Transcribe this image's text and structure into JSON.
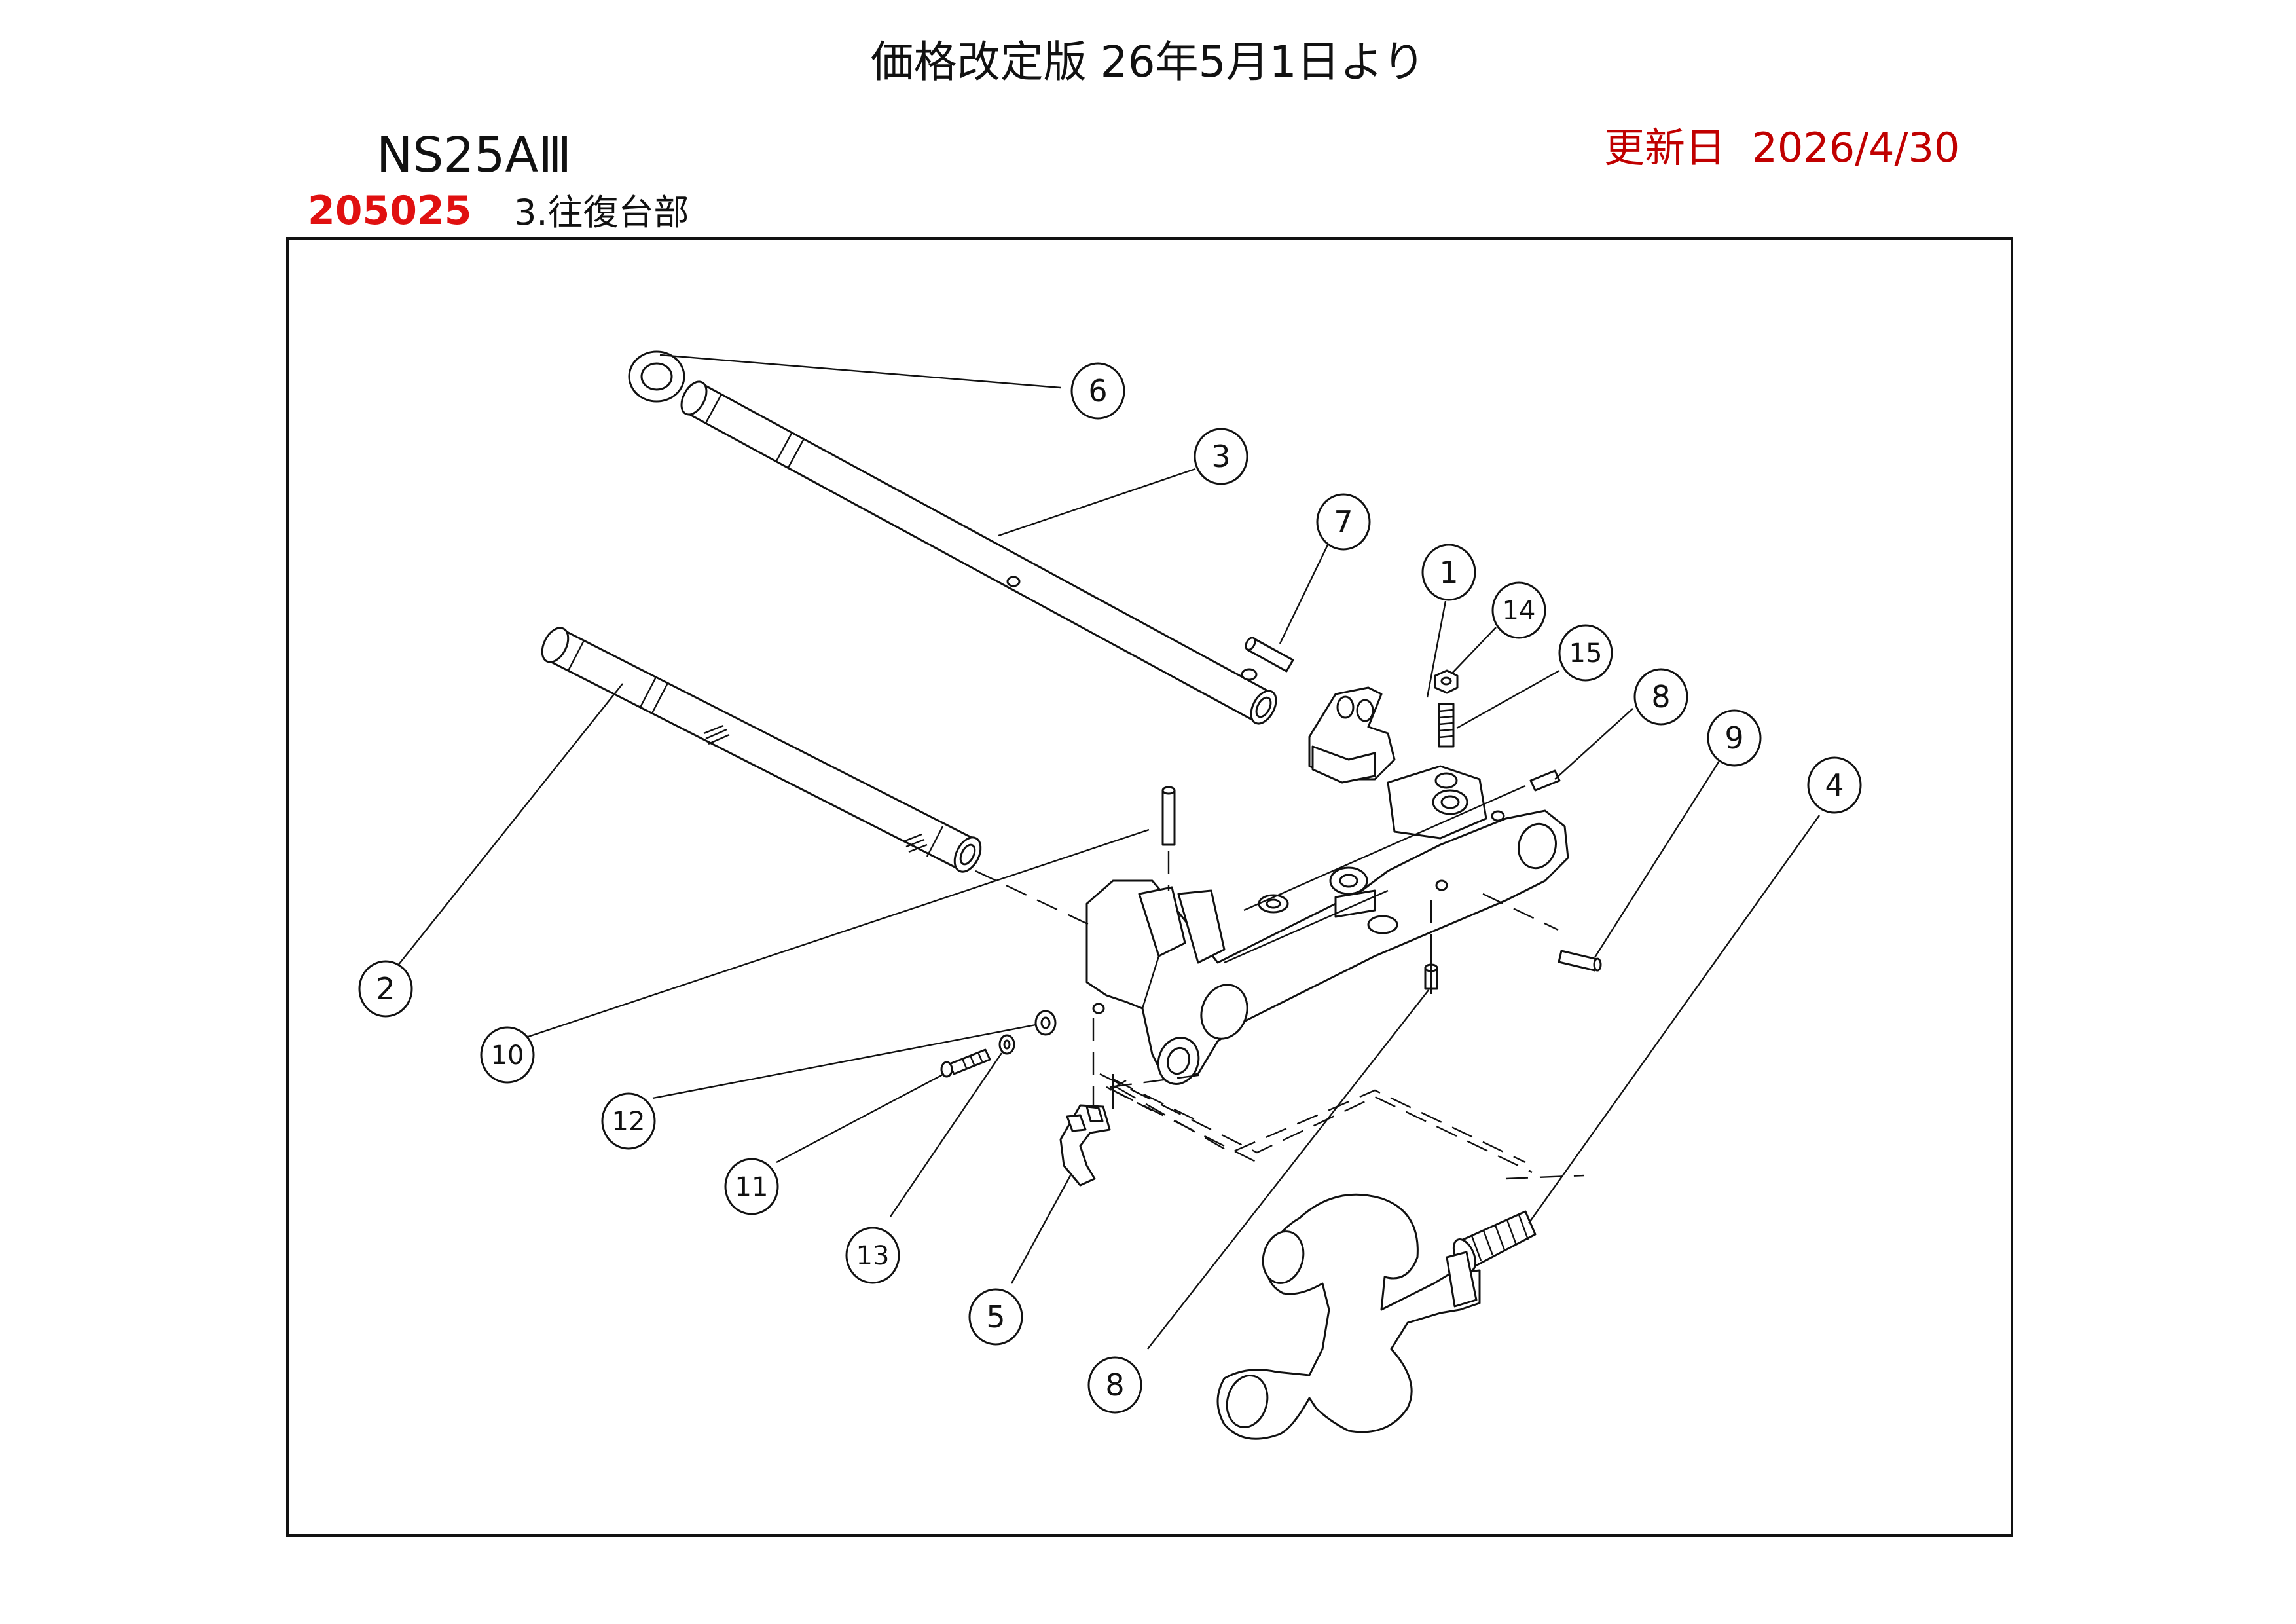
{
  "header": {
    "title": "価格改定版 26年5月1日より",
    "model": "NS25AⅢ",
    "updated_label": "更新日",
    "updated_date": "2026/4/30",
    "part_code": "205025",
    "section": "3.往復台部"
  },
  "colors": {
    "code_red": "#e01010",
    "date_red": "#c00000",
    "line": "#111111"
  },
  "callouts": [
    {
      "id": "c1",
      "number": "1"
    },
    {
      "id": "c2",
      "number": "2"
    },
    {
      "id": "c3",
      "number": "3"
    },
    {
      "id": "c4",
      "number": "4"
    },
    {
      "id": "c5",
      "number": "5"
    },
    {
      "id": "c6",
      "number": "6"
    },
    {
      "id": "c7",
      "number": "7"
    },
    {
      "id": "c8a",
      "number": "8"
    },
    {
      "id": "c8b",
      "number": "8"
    },
    {
      "id": "c9",
      "number": "9"
    },
    {
      "id": "c10",
      "number": "10"
    },
    {
      "id": "c11",
      "number": "11"
    },
    {
      "id": "c12",
      "number": "12"
    },
    {
      "id": "c13",
      "number": "13"
    },
    {
      "id": "c14",
      "number": "14"
    },
    {
      "id": "c15",
      "number": "15"
    }
  ]
}
